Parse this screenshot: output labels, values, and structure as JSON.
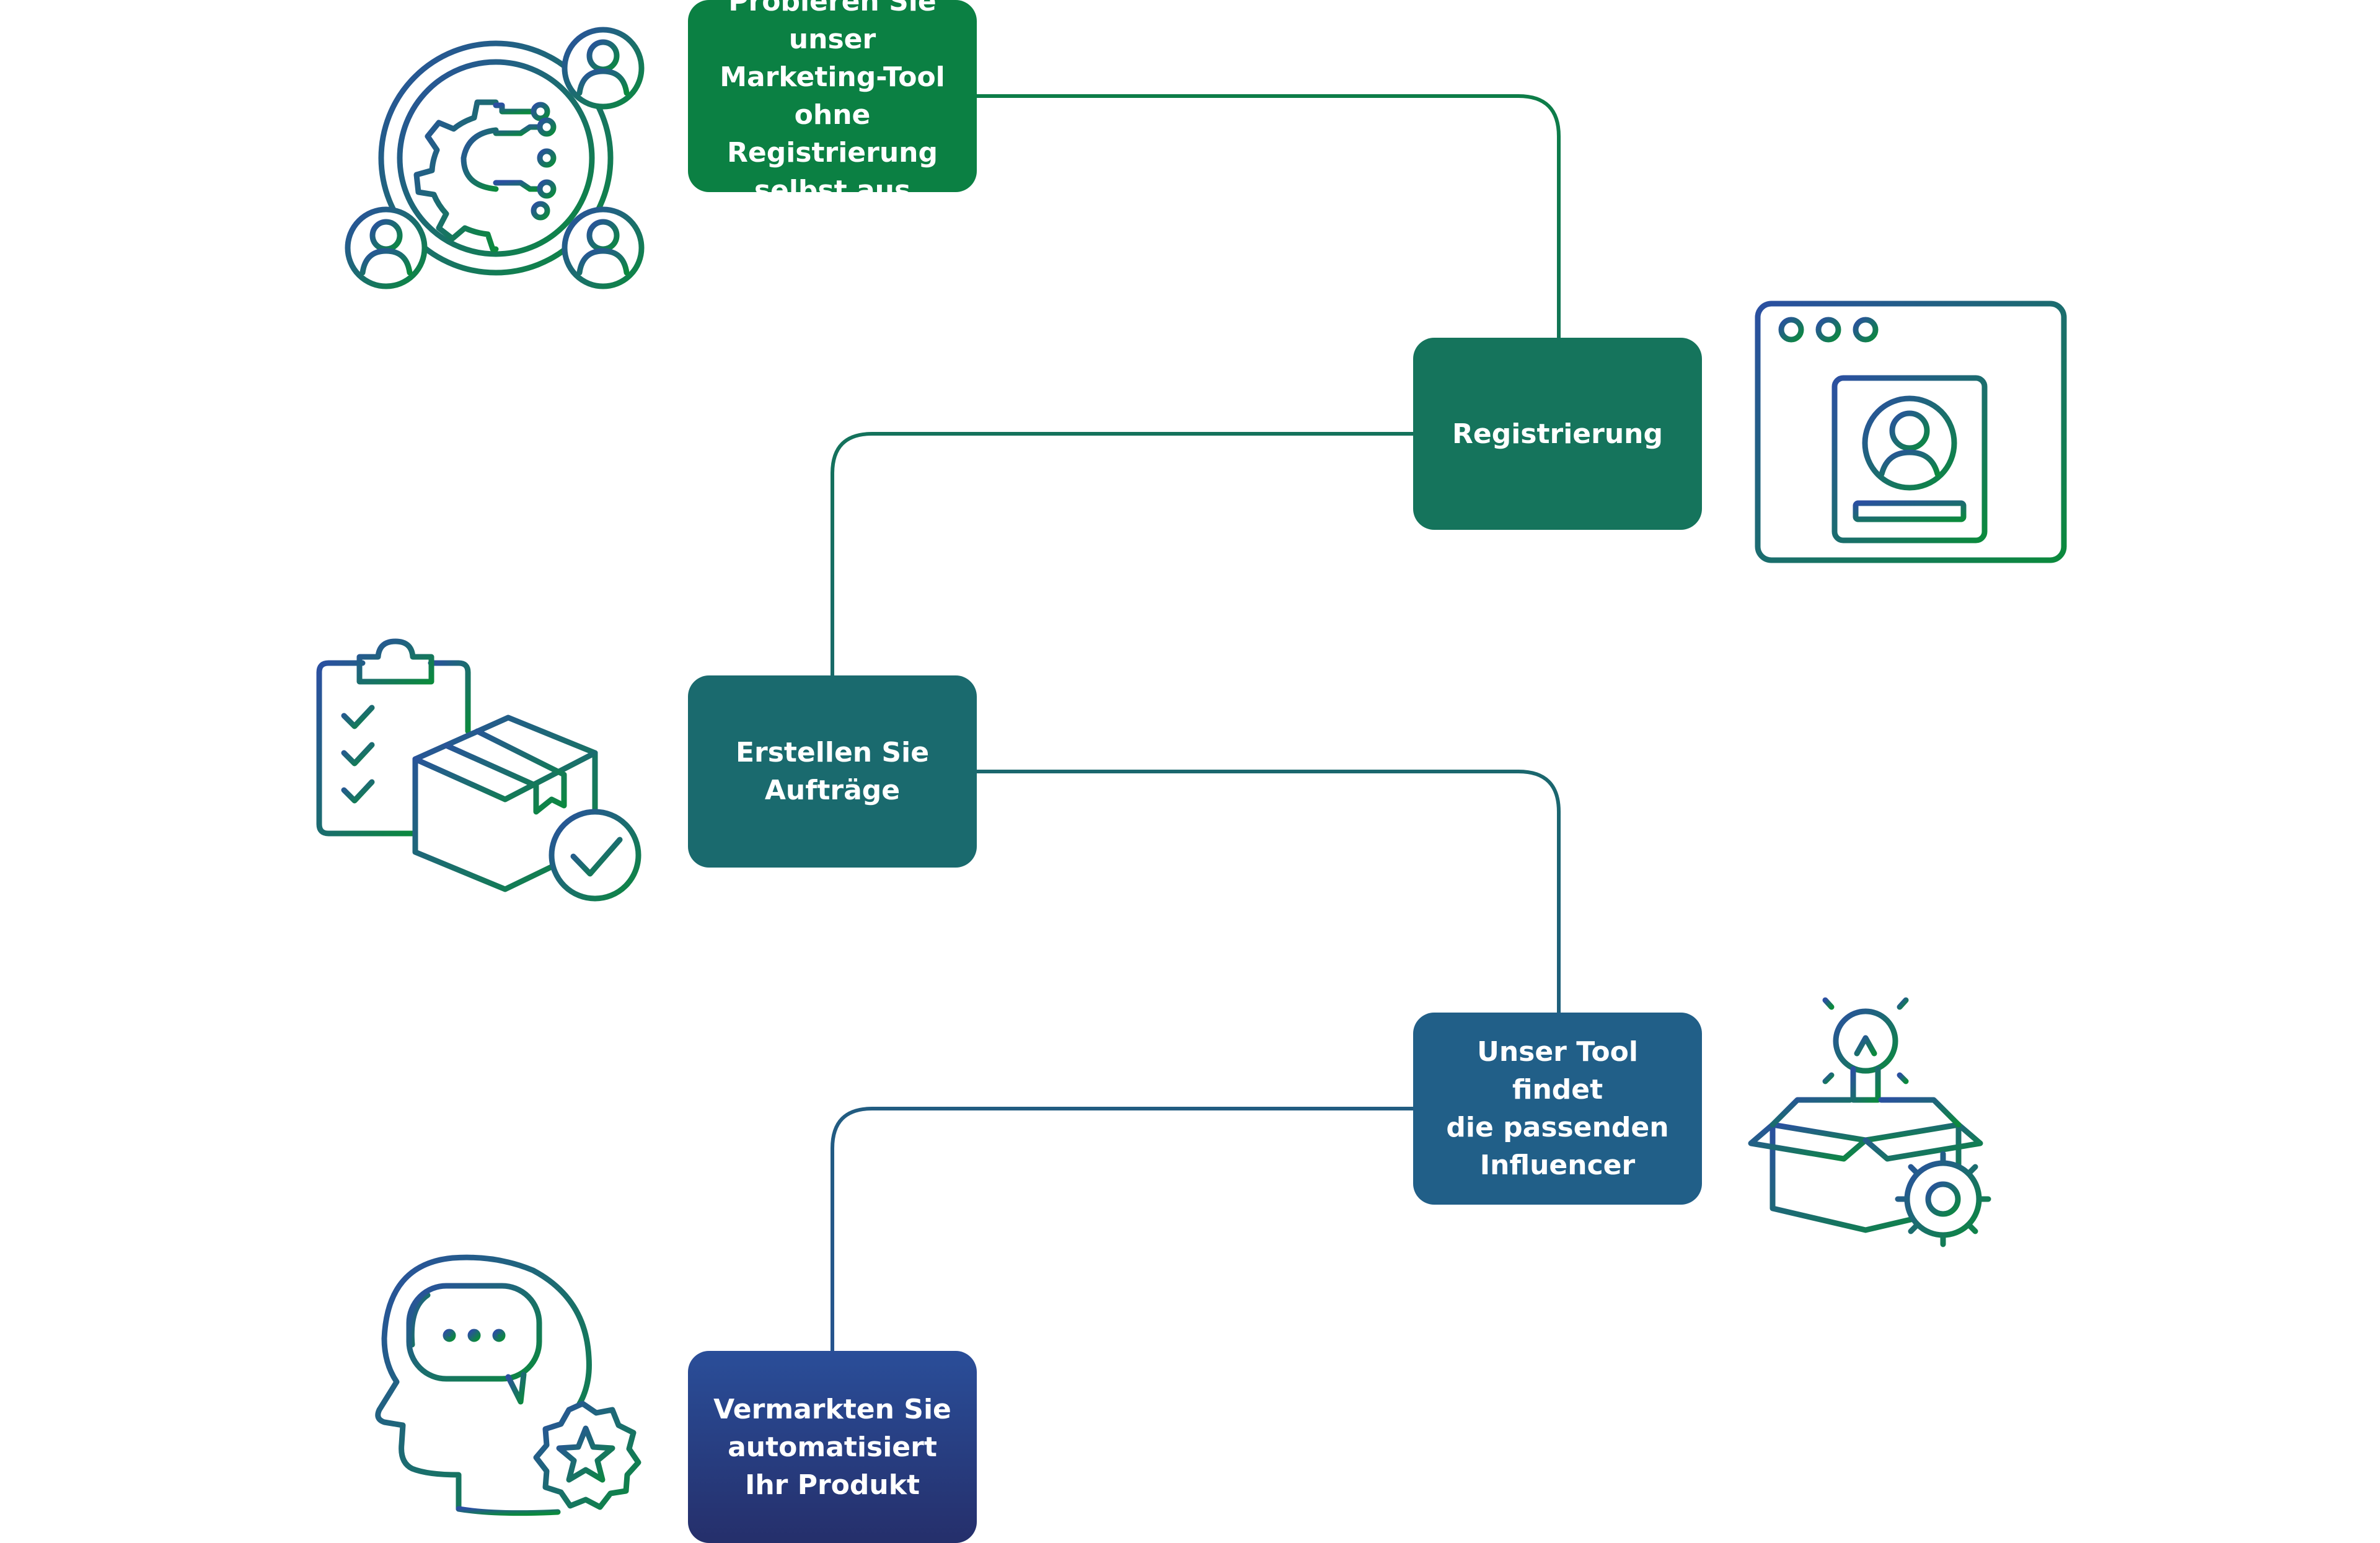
{
  "steps": [
    {
      "label": "Probieren Sie unser\nMarketing-Tool\nohne Registrierung\nselbst aus",
      "color": "#0b8043"
    },
    {
      "label": "Registrierung",
      "color": "#15745c"
    },
    {
      "label": "Erstellen Sie\nAufträge",
      "color": "#1a6a6e"
    },
    {
      "label": "Unser Tool findet\ndie passenden\nInfluencer",
      "color": "#215f88"
    },
    {
      "label": "Vermarkten Sie\nautomatisiert\nIhr Produkt",
      "color": "#2a4e99"
    }
  ],
  "icons": [
    {
      "name": "gear-network-users-icon"
    },
    {
      "name": "browser-profile-icon"
    },
    {
      "name": "checklist-box-icon"
    },
    {
      "name": "idea-box-gear-icon"
    },
    {
      "name": "head-chat-star-icon"
    }
  ],
  "colors": {
    "connector": "#15745c",
    "gradient_start": "#2b4fa1",
    "gradient_end": "#0b8a3c",
    "box_top": "#0b8043",
    "box_bottom": "#2b3f8f"
  }
}
